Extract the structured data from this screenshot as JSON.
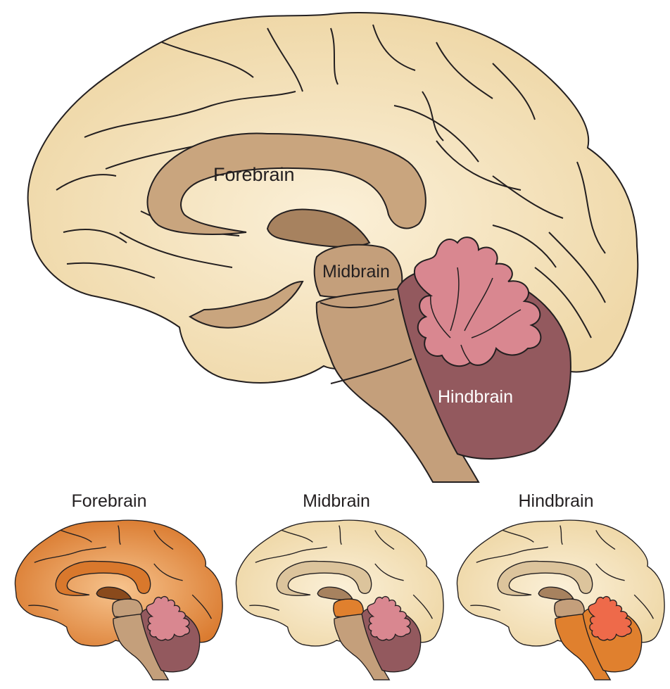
{
  "main_diagram": {
    "labels": {
      "forebrain": "Forebrain",
      "midbrain": "Midbrain",
      "hindbrain": "Hindbrain"
    }
  },
  "thumbnails": [
    {
      "title": "Forebrain",
      "highlight": "forebrain"
    },
    {
      "title": "Midbrain",
      "highlight": "midbrain"
    },
    {
      "title": "Hindbrain",
      "highlight": "hindbrain"
    }
  ],
  "colors": {
    "cortex": "#f0dcae",
    "cortex_center": "#fbf0d8",
    "corpus_callosum": "#c9a57e",
    "thalamus": "#a7825f",
    "brainstem": "#c49f7b",
    "cerebellum_outer": "#93595e",
    "cerebellum_arbor": "#d98790",
    "highlight_orange": "#e0802e",
    "highlight_dark_orange": "#c75d12",
    "outline": "#231f20"
  }
}
